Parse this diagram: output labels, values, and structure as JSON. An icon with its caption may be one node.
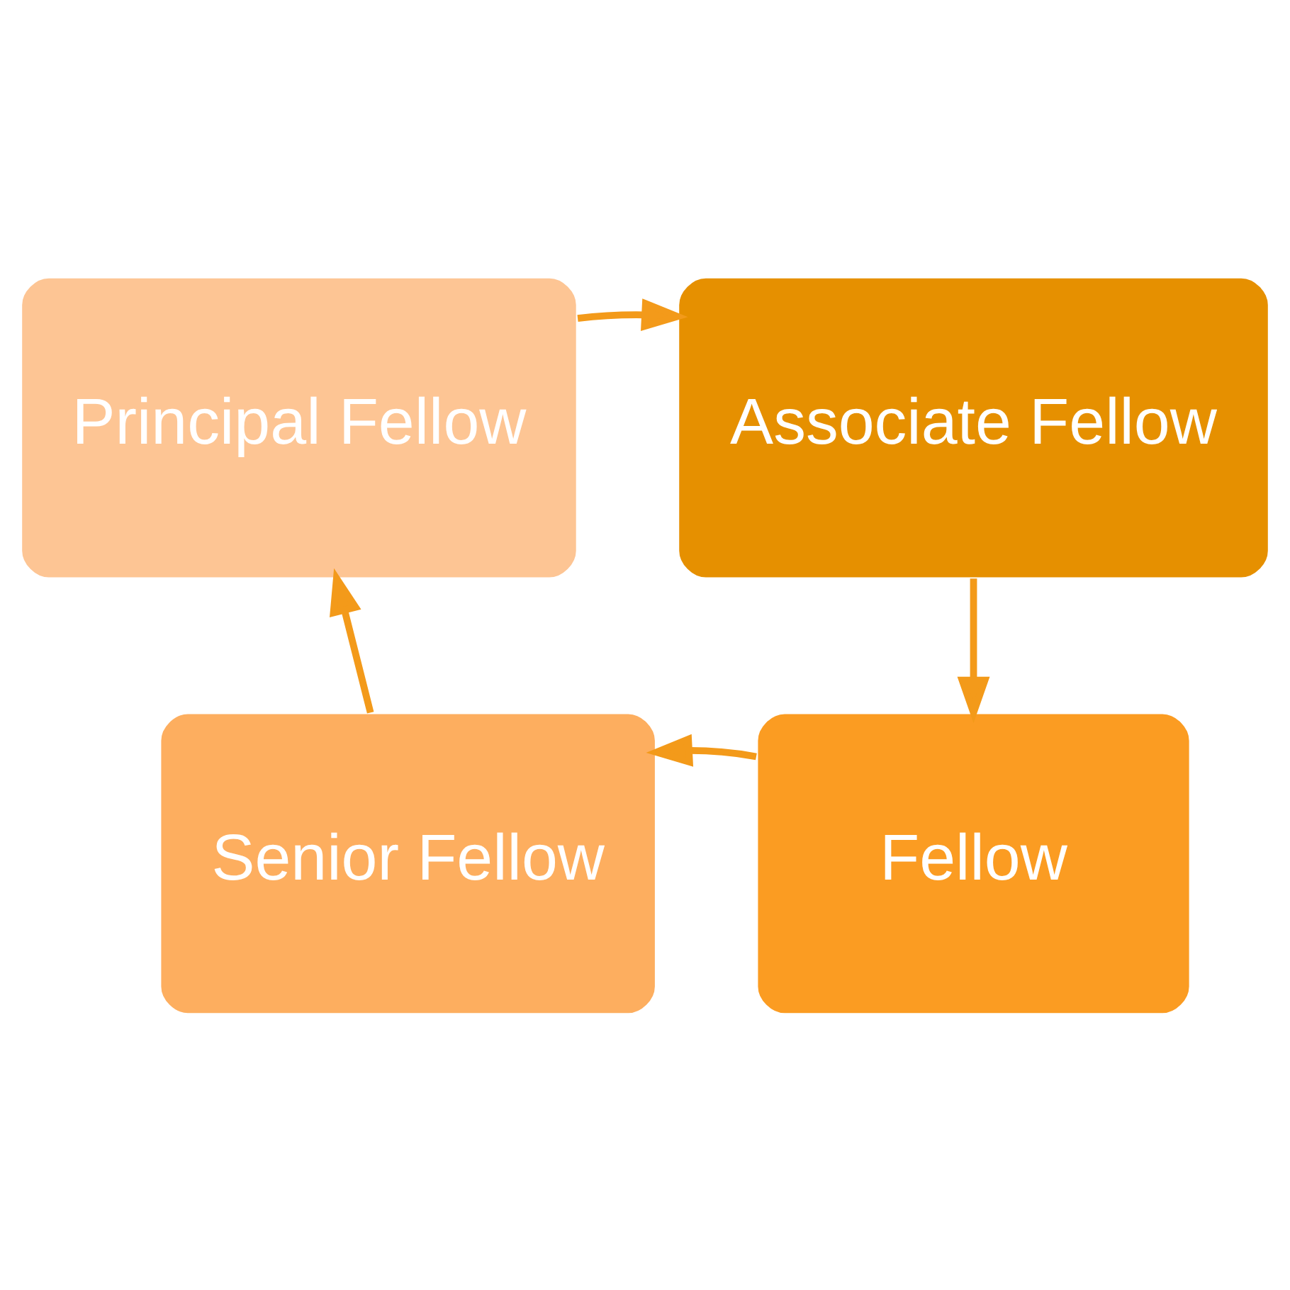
{
  "diagram": {
    "nodes": [
      {
        "text": [
          "Principal Fellow"
        ]
      },
      {
        "text": [
          "Associate Fellow"
        ]
      },
      {
        "text": [
          "Senior Fellow"
        ]
      },
      {
        "text": [
          "Fellow"
        ]
      }
    ],
    "edges": [
      {
        "from": 0,
        "to": 1,
        "arrow": "to"
      },
      {
        "from": 1,
        "to": 3,
        "arrow": "to"
      },
      {
        "from": 3,
        "to": 2,
        "arrow": "to"
      },
      {
        "from": 2,
        "to": 0,
        "arrow": "to"
      }
    ]
  }
}
